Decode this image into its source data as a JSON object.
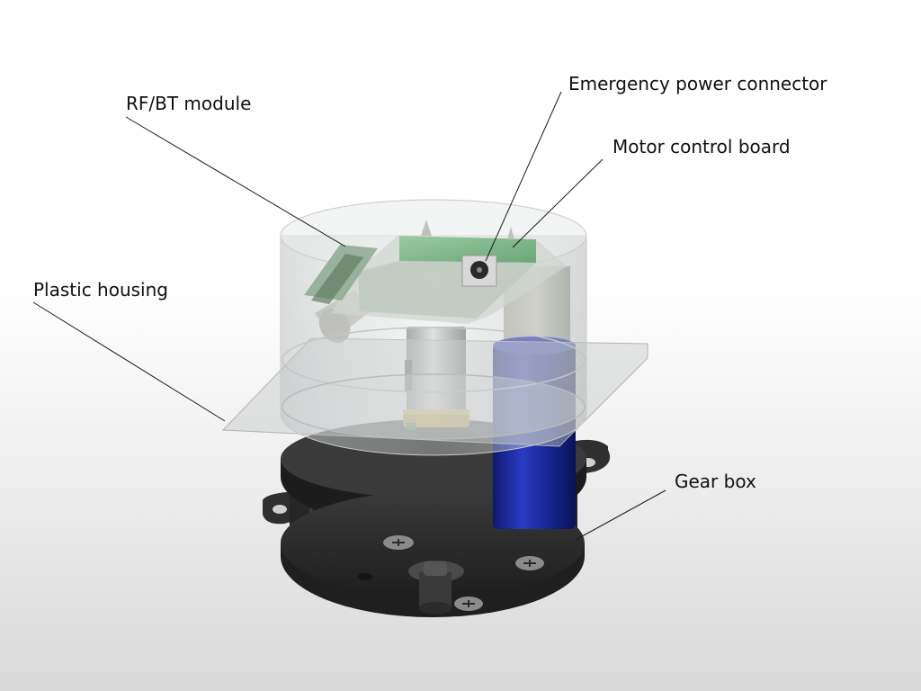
{
  "labels": {
    "rf_bt_module": "RF/BT module",
    "emergency_power_connector": "Emergency power connector",
    "motor_control_board": "Motor control board",
    "plastic_housing": "Plastic housing",
    "gear_box": "Gear box"
  },
  "colors": {
    "gearbox_body": "#2e2e2e",
    "battery": "#1f2fa8",
    "pcb": "#7fb98a",
    "gear_yellow": "#e3b21e",
    "housing_tint": "#c9cccc"
  }
}
